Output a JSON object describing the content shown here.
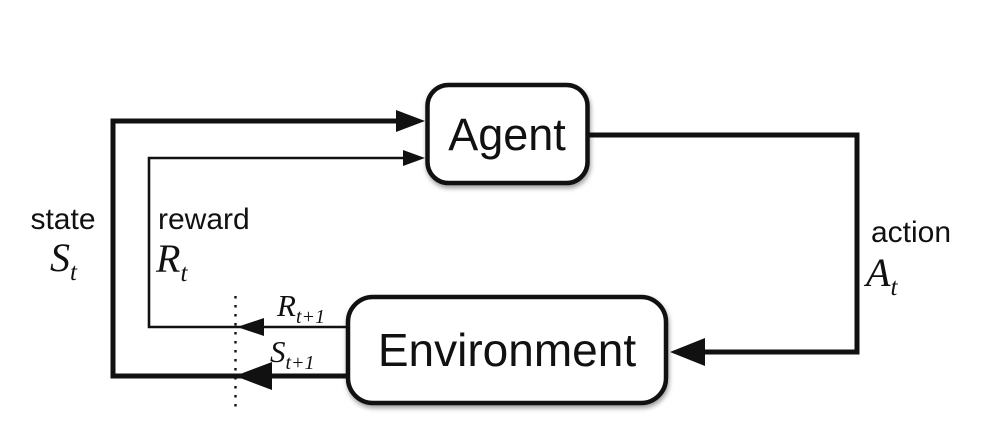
{
  "colors": {
    "line": "#111111",
    "box_fill": "#ffffff",
    "box_border": "#111111",
    "background": "#ffffff",
    "text": "#111111"
  },
  "boxes": {
    "agent": {
      "label": "Agent"
    },
    "environment": {
      "label": "Environment"
    }
  },
  "labels": {
    "state": {
      "word": "state",
      "symbol": "S",
      "sub": "t"
    },
    "reward": {
      "word": "reward",
      "symbol": "R",
      "sub": "t"
    },
    "action": {
      "word": "action",
      "symbol": "A",
      "sub": "t"
    },
    "next_reward": {
      "symbol": "R",
      "sub": "t+1"
    },
    "next_state": {
      "symbol": "S",
      "sub": "t+1"
    }
  }
}
